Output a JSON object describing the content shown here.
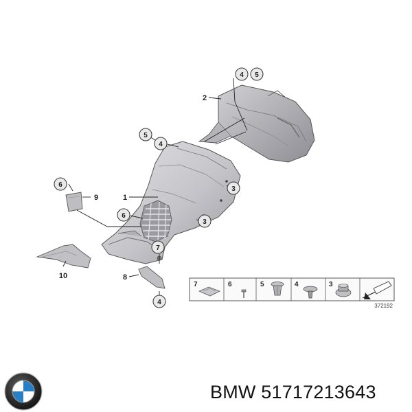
{
  "diagram": {
    "callouts": {
      "c_4a": "4",
      "c_5a": "5",
      "c_2": "2",
      "c_5b": "5",
      "c_4b": "4",
      "c_1": "1",
      "c_3a": "3",
      "c_6a": "6",
      "c_9": "9",
      "c_6b": "6",
      "c_3b": "3",
      "c_7": "7",
      "c_10": "10",
      "c_8": "8",
      "c_4c": "4"
    },
    "legend": {
      "items": [
        {
          "num": "7",
          "icon": "clip-nut-icon"
        },
        {
          "num": "6",
          "icon": "expanding-rivet-icon"
        },
        {
          "num": "5",
          "icon": "plastic-plug-icon"
        },
        {
          "num": "4",
          "icon": "push-rivet-icon"
        },
        {
          "num": "3",
          "icon": "hex-nut-icon"
        },
        {
          "num": "",
          "icon": "direction-arrow-icon"
        }
      ],
      "reference": "372192"
    }
  },
  "brand": {
    "name": "BMW",
    "part_number": "51717213643",
    "title": "BMW 51717213643",
    "logo_colors": {
      "ring": "#1a1a1a",
      "blue": "#2a7fc4",
      "white": "#ffffff"
    }
  }
}
